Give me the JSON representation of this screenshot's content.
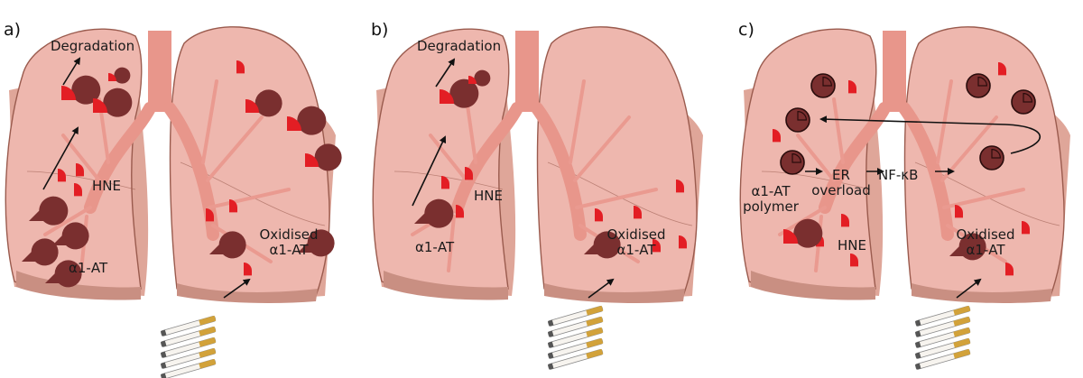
{
  "colors": {
    "lung_fill": "#eeb7ae",
    "lung_stroke": "#9a5b4e",
    "lung_base": "#c98f82",
    "trachea": "#e8968b",
    "airway": "#ea9a90",
    "alpha1at_protein": "#7a2f2f",
    "hne_shape": "#e31e24",
    "arrow": "#111111"
  },
  "icons": [
    "alpha1-at-pacman-icon",
    "hne-quarter-icon",
    "alpha1-at-polymer-icon",
    "cigarette-icon"
  ],
  "panels": [
    {
      "id": "a",
      "label": "a)",
      "labels": {
        "degradation": "Degradation",
        "hne": "HNE",
        "alpha1at": "α1-AT",
        "oxidised_line1": "Oxidised",
        "oxidised_line2": "α1-AT"
      }
    },
    {
      "id": "b",
      "label": "b)",
      "labels": {
        "degradation": "Degradation",
        "hne": "HNE",
        "alpha1at": "α1-AT",
        "oxidised_line1": "Oxidised",
        "oxidised_line2": "α1-AT"
      }
    },
    {
      "id": "c",
      "label": "c)",
      "labels": {
        "polymer_line1": "α1-AT",
        "polymer_line2": "polymer",
        "er_line1": "ER",
        "er_line2": "overload",
        "nfkb": "NF-κB",
        "hne": "HNE",
        "oxidised_line1": "Oxidised",
        "oxidised_line2": "α1-AT"
      }
    }
  ]
}
